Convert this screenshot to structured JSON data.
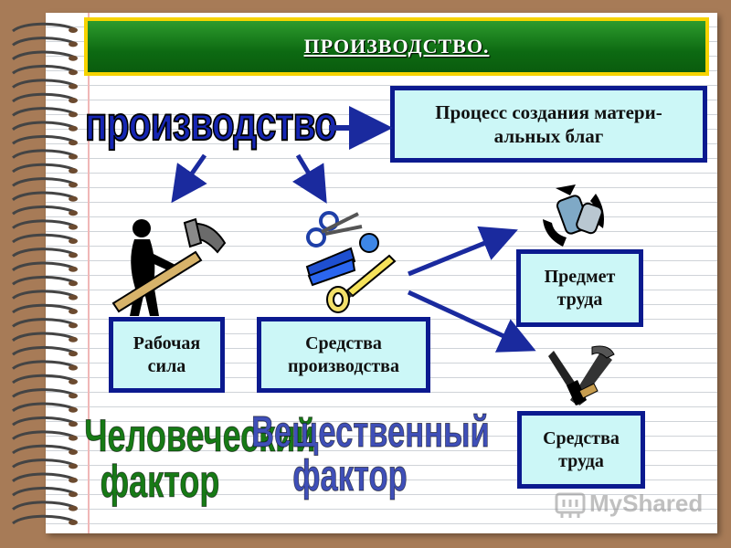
{
  "slide": {
    "title": "ПРОИЗВОДСТВО.",
    "main_word": "производство",
    "process_definition": "Процесс создания матери-\nальных благ",
    "labour_force": "Рабочая\nсила",
    "means_of_production": "Средства\nпроизводства",
    "object_of_labour": "Предмет\nтруда",
    "means_of_labour": "Средства\nтруда",
    "human_factor": "Человеческий\nфактор",
    "material_factor": "Вещественный\nфактор"
  },
  "watermark": {
    "text": "MyShared",
    "logo": "myshared-logo-icon"
  },
  "icons": [
    "worker-with-hammer-icon",
    "office-supplies-icon",
    "recycling-cans-icon",
    "tools-icon"
  ],
  "colors": {
    "background": "#a77b57",
    "banner_green": "#0d6a12",
    "banner_border": "#f6d300",
    "box_border": "#0b1a8f",
    "box_fill": "#ccf7f7",
    "arrow": "#1a2a9e",
    "human_factor": "#177a16",
    "material_factor": "#3f4fb8"
  }
}
